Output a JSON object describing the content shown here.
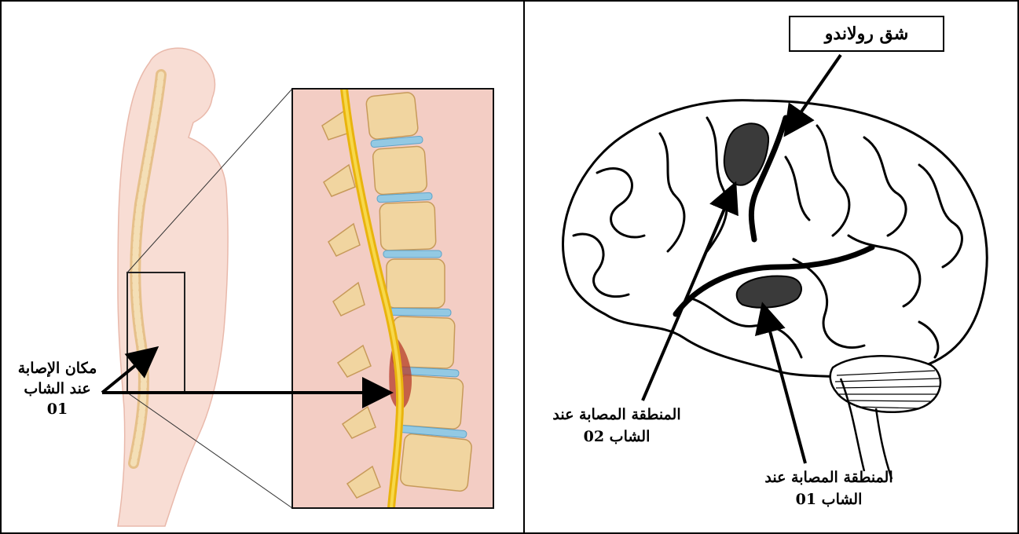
{
  "left_panel": {
    "injury_label_line1": "مكان الإصابة",
    "injury_label_line2": "عند الشاب",
    "injury_label_line3": "01"
  },
  "right_panel": {
    "rolando_label": "شق رولاندو",
    "area2_line1": "المنطقة المصابة عند",
    "area2_line2": "الشاب 02",
    "area1_line1": "المنطقة المصابة عند",
    "area1_line2": "الشاب 01"
  },
  "colors": {
    "skin": "#f6d6cc",
    "bone": "#f1d7a2",
    "spinal_cord": "#f2c21a",
    "disc": "#8ec9e6",
    "zoom_bg": "#f3c9c0"
  }
}
